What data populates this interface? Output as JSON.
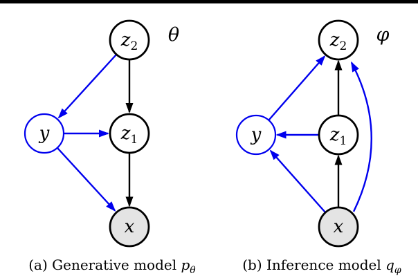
{
  "figure": {
    "colors": {
      "edge_black": "#000000",
      "edge_blue": "#0000ee",
      "observed_fill": "#e4e4e4",
      "top_bar": "#000000",
      "background": "#ffffff"
    },
    "panel_a": {
      "param": "θ",
      "caption": {
        "prefix": "(a) Generative model",
        "math": "p",
        "sub": "θ"
      },
      "nodes": {
        "z2": {
          "main": "z",
          "sub": "2",
          "observed": false,
          "outline": "black"
        },
        "y": {
          "main": "y",
          "sub": "",
          "observed": false,
          "outline": "blue"
        },
        "z1": {
          "main": "z",
          "sub": "1",
          "observed": false,
          "outline": "black"
        },
        "x": {
          "main": "x",
          "sub": "",
          "observed": true,
          "outline": "black"
        }
      },
      "edges": [
        {
          "from": "z2",
          "to": "y",
          "color": "blue"
        },
        {
          "from": "z2",
          "to": "z1",
          "color": "black"
        },
        {
          "from": "y",
          "to": "z1",
          "color": "blue"
        },
        {
          "from": "y",
          "to": "x",
          "color": "blue"
        },
        {
          "from": "z1",
          "to": "x",
          "color": "black"
        }
      ]
    },
    "panel_b": {
      "param": "φ",
      "caption": {
        "prefix": "(b) Inference model",
        "math": "q",
        "sub": "φ"
      },
      "nodes": {
        "z2": {
          "main": "z",
          "sub": "2",
          "observed": false,
          "outline": "black"
        },
        "y": {
          "main": "y",
          "sub": "",
          "observed": false,
          "outline": "blue"
        },
        "z1": {
          "main": "z",
          "sub": "1",
          "observed": false,
          "outline": "black"
        },
        "x": {
          "main": "x",
          "sub": "",
          "observed": true,
          "outline": "black"
        }
      },
      "edges": [
        {
          "from": "y",
          "to": "z2",
          "color": "blue"
        },
        {
          "from": "z1",
          "to": "z2",
          "color": "black"
        },
        {
          "from": "z1",
          "to": "y",
          "color": "blue"
        },
        {
          "from": "x",
          "to": "y",
          "color": "blue"
        },
        {
          "from": "x",
          "to": "z1",
          "color": "black"
        },
        {
          "from": "x",
          "to": "z2",
          "color": "blue",
          "curved": true
        }
      ]
    }
  }
}
